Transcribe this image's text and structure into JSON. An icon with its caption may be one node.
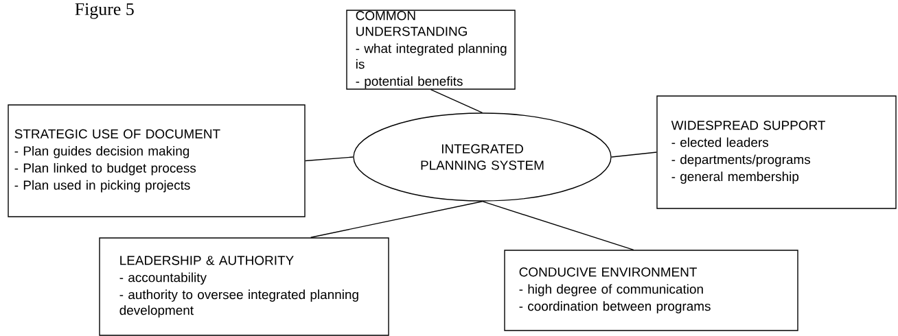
{
  "diagram": {
    "title": "Figure 5",
    "nodes": [
      {
        "text": [
          "INTEGRATED PLANNING SYSTEM"
        ]
      },
      {
        "text": [
          "COMMON UNDERSTANDING",
          "- what integrated planning is",
          "- potential benefits"
        ]
      },
      {
        "text": [
          "STRATEGIC USE OF DOCUMENT",
          "- Plan guides decision making",
          "- Plan linked to budget process",
          "- Plan used in picking projects"
        ]
      },
      {
        "text": [
          "WIDESPREAD SUPPORT",
          "- elected leaders",
          "- departments/programs",
          "- general membership"
        ]
      },
      {
        "text": [
          "LEADERSHIP & AUTHORITY",
          "- accountability",
          "- authority to oversee integrated planning development"
        ]
      },
      {
        "text": [
          "CONDUCIVE ENVIRONMENT",
          "- high degree of communication",
          "- coordination between programs"
        ]
      }
    ],
    "edges": [
      {
        "from": 0,
        "to": 1,
        "arrow": "none"
      },
      {
        "from": 0,
        "to": 2,
        "arrow": "none"
      },
      {
        "from": 0,
        "to": 3,
        "arrow": "none"
      },
      {
        "from": 0,
        "to": 4,
        "arrow": "none"
      },
      {
        "from": 0,
        "to": 5,
        "arrow": "none"
      }
    ]
  }
}
